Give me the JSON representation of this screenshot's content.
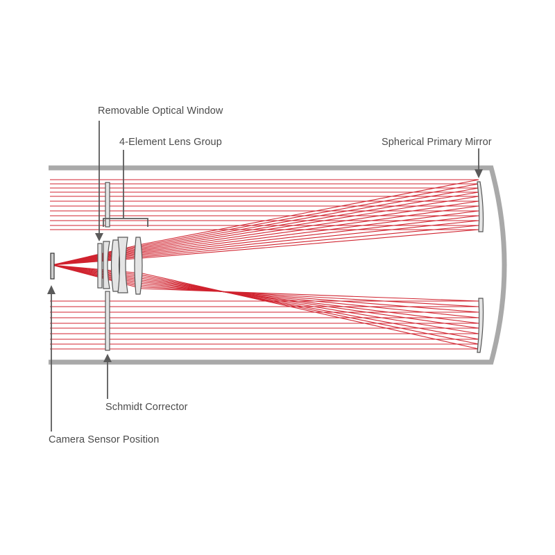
{
  "labels": {
    "removable_optical_window": "Removable Optical Window",
    "lens_group": "4-Element Lens Group",
    "primary_mirror": "Spherical Primary Mirror",
    "schmidt_corrector": "Schmidt Corrector",
    "camera_sensor": "Camera Sensor Position"
  },
  "colors": {
    "ray": "#d0222e",
    "tube": "#a9a9a9",
    "optic_fill": "#e4e4e4",
    "text": "#4a4a4a"
  }
}
